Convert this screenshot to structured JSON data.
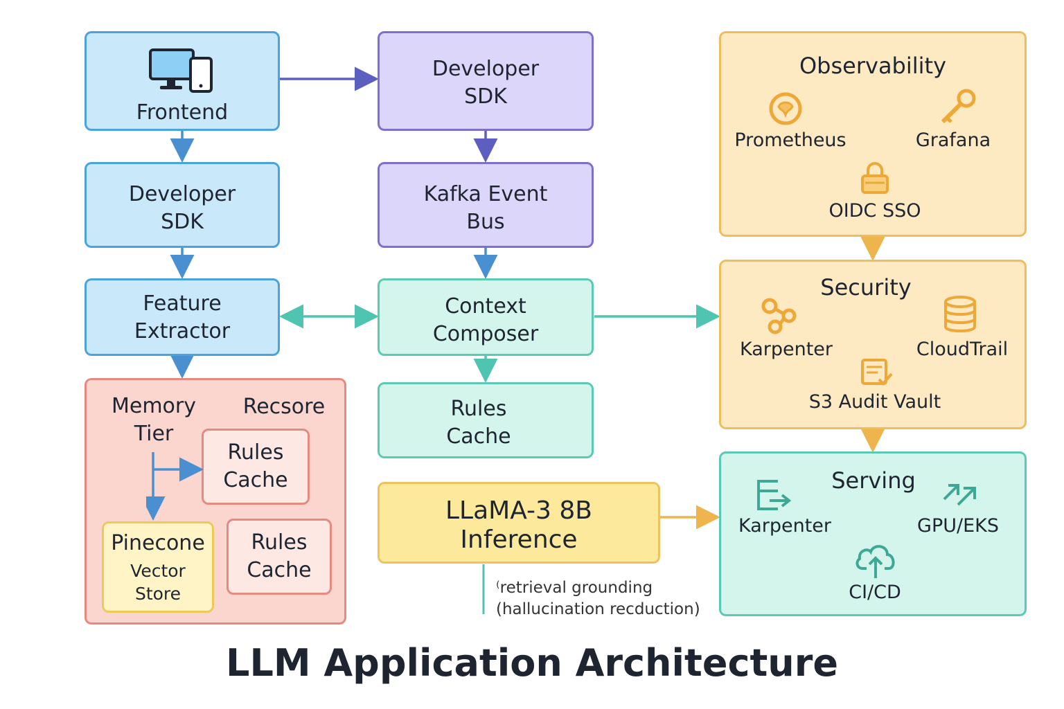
{
  "title": "LLM Application Architecture",
  "nodes": {
    "frontend": "Frontend",
    "developer_sdk_left": "Developer\nSDK",
    "feature_extractor": "Feature\nExtractor",
    "developer_sdk_mid": "Developer\nSDK",
    "kafka": "Kafka Event\nBus",
    "context_composer": "Context\nComposer",
    "rules_cache_mid": "Rules\nCache",
    "llama": "LLaMA-3 8B\nInference"
  },
  "memory": {
    "title": "Memory\nTier",
    "recsore": "Recsore",
    "rules_cache_top": "Rules\nCache",
    "rules_cache_bottom": "Rules\nCache",
    "pinecone_title": "Pinecone",
    "pinecone_sub": "Vector\nStore"
  },
  "observability": {
    "title": "Observability",
    "prometheus": "Prometheus",
    "grafana": "Grafana",
    "oidc": "OIDC SSO"
  },
  "security": {
    "title": "Security",
    "karpenter": "Karpenter",
    "cloudtrail": "CloudTrail",
    "s3": "S3 Audit Vault"
  },
  "serving": {
    "title": "Serving",
    "karpenter": "Karpenter",
    "gpu": "GPU/EKS",
    "cicd": "CI/CD"
  },
  "note": "⁽retrieval grounding\n(hallucination recduction)",
  "colors": {
    "blue": "#4aa3dc",
    "purple": "#7d6fcf",
    "teal": "#5cc9b4",
    "orange": "#edbd5e",
    "red": "#e48a80",
    "icon_orange": "#eea838",
    "icon_teal": "#3ea896"
  }
}
